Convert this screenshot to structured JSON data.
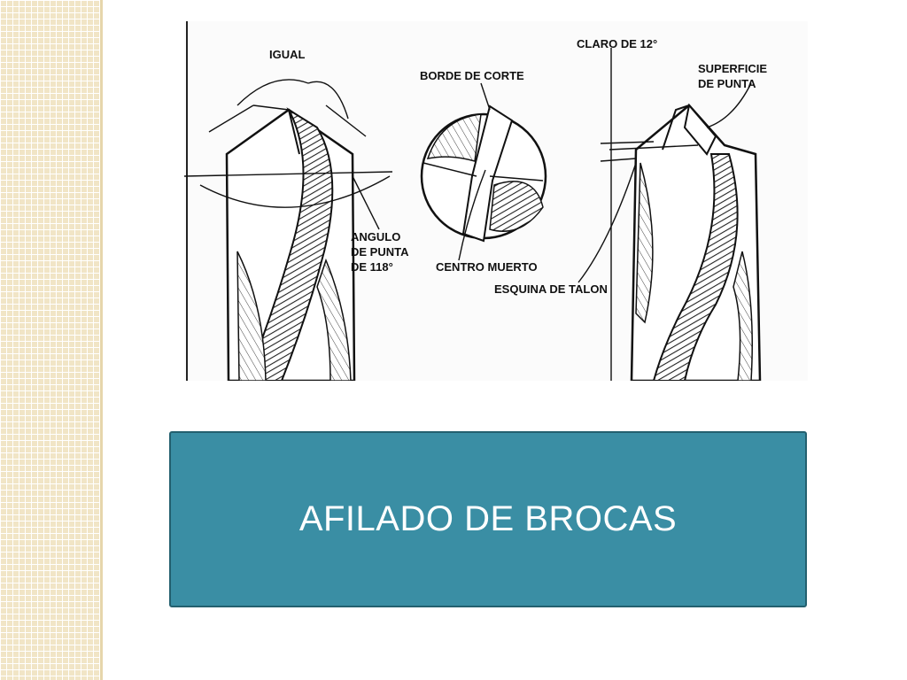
{
  "labels": {
    "igual": "IGUAL",
    "angulo": [
      "ANGULO",
      "DE PUNTA",
      "DE 118°"
    ],
    "borde_de_corte": "BORDE DE CORTE",
    "centro_muerto": "CENTRO MUERTO",
    "claro": "CLARO DE 12°",
    "superficie": [
      "SUPERFICIE",
      "DE PUNTA"
    ],
    "esquina_de_talon": "ESQUINA DE TALON"
  },
  "title": "AFILADO DE BROCAS",
  "colors": {
    "title_box": "#3a8ea4",
    "title_border": "#23606f",
    "strip": "#f1e5c6"
  }
}
